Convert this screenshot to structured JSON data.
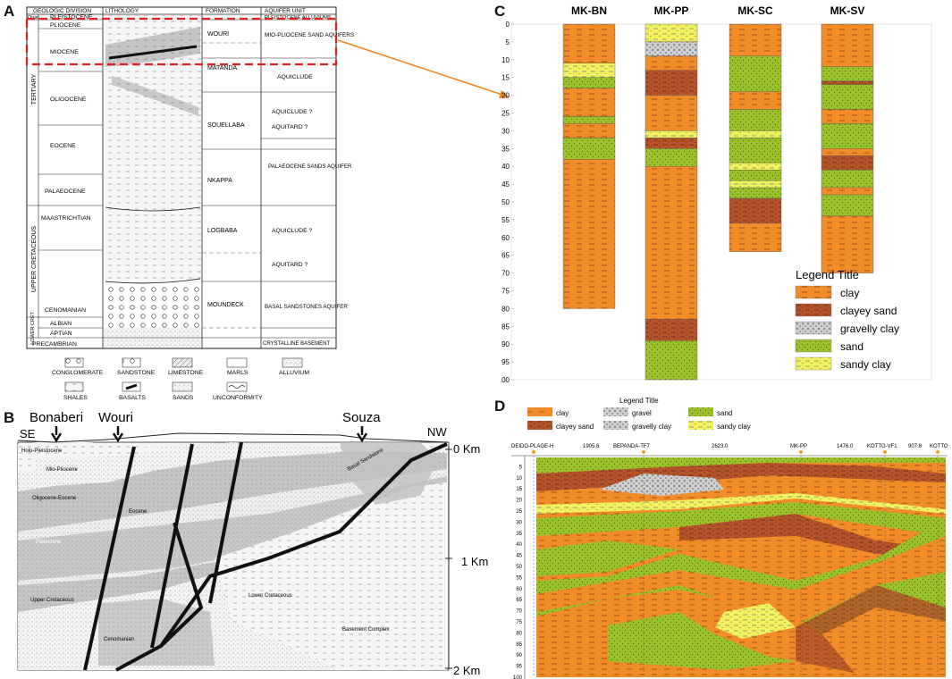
{
  "panels": {
    "a": "A",
    "b": "B",
    "c": "C",
    "d": "D"
  },
  "panel_a": {
    "headers": [
      "GEOLOGIC DIVISION",
      "LITHOLOGY",
      "FORMATION",
      "AQUIFER UNIT"
    ],
    "quat": "Quat.",
    "tertiary": "TERTIARY",
    "upper_cretaceous": "UPPER CRETACEOUS",
    "lower_cret": "LOWER CRET.",
    "epochs": [
      "PLEISTOCENE",
      "PLIOCENE",
      "MIOCENE",
      "OLIGOCENE",
      "EOCENE",
      "PALAEOCENE",
      "MAASTRICHTIAN",
      "CENOMANIAN",
      "ALBIAN",
      "APTIAN",
      "PRECAMBRIAN"
    ],
    "formations": [
      "WOURI",
      "MATANDA",
      "SOUELLABA",
      "NKAPPA",
      "LOGBABA",
      "MOUNDECK"
    ],
    "aquifers": [
      "PLEISTOCENE ALLUVIUMS",
      "MIO-PLIOCENE SAND AQUIFERS",
      "AQUICLUDE",
      "AQUICLUDE ?",
      "AQUITARD ?",
      "PALAEOCENE SANDS AQUIFER",
      "AQUICLUDE ?",
      "AQUITARD ?",
      "BASAL SANDSTONES AQUIFER",
      "CRYSTALLINE BASEMENT"
    ],
    "legend": [
      "CONGLOMERATE",
      "SANDSTONE",
      "LIMESTONE",
      "MARLS",
      "ALLUVIUM",
      "SHALES",
      "BASALTS",
      "SANDS",
      "UNCONFORMITY"
    ]
  },
  "panel_b": {
    "locations": [
      "Bonaberi",
      "Wouri",
      "Souza"
    ],
    "se": "SE",
    "nw": "NW",
    "depths": [
      "0 Km",
      "1 Km",
      "2 Km"
    ],
    "units": [
      "Holo-Pleistocene",
      "Mio-Pliocene",
      "Oligocene-Eocene",
      "Eocene",
      "Paleocene",
      "Upper Cretaceous",
      "Cenomanian",
      "Lower Cretaceous",
      "Basement Complex",
      "Basal Sandstone"
    ]
  },
  "panel_c": {
    "wells": [
      "MK-BN",
      "MK-PP",
      "MK-SC",
      "MK-SV"
    ],
    "depth_ticks": [
      "0",
      "5",
      "10",
      "15",
      "20",
      "25",
      "30",
      "35",
      "40",
      "45",
      "50",
      "55",
      "60",
      "65",
      "70",
      "75",
      "80",
      "85",
      "90",
      "95",
      "100"
    ],
    "legend_title": "Legend Title",
    "legend": [
      "clay",
      "clayey sand",
      "gravelly clay",
      "sand",
      "sandy clay"
    ],
    "logs": [
      [
        [
          "clay",
          0,
          11
        ],
        [
          "sandy clay",
          11,
          15
        ],
        [
          "sand",
          15,
          18
        ],
        [
          "clay",
          18,
          26
        ],
        [
          "sand",
          26,
          28
        ],
        [
          "clay",
          28,
          32
        ],
        [
          "sand",
          32,
          38
        ],
        [
          "clay",
          38,
          80
        ]
      ],
      [
        [
          "sandy clay",
          0,
          5
        ],
        [
          "gravelly clay",
          5,
          9
        ],
        [
          "clay",
          9,
          13
        ],
        [
          "clayey sand",
          13,
          20
        ],
        [
          "clay",
          20,
          30
        ],
        [
          "sandy clay",
          30,
          32
        ],
        [
          "clayey sand",
          32,
          35
        ],
        [
          "sand",
          35,
          40
        ],
        [
          "clay",
          40,
          83
        ],
        [
          "clayey sand",
          83,
          89
        ],
        [
          "sand",
          89,
          100
        ]
      ],
      [
        [
          "clay",
          0,
          9
        ],
        [
          "sand",
          9,
          19
        ],
        [
          "clay",
          19,
          24
        ],
        [
          "sand",
          24,
          30
        ],
        [
          "sandy clay",
          30,
          32
        ],
        [
          "sand",
          32,
          39
        ],
        [
          "sandy clay",
          39,
          41
        ],
        [
          "sand",
          41,
          44
        ],
        [
          "sandy clay",
          44,
          46
        ],
        [
          "sand",
          46,
          49
        ],
        [
          "clayey sand",
          49,
          56
        ],
        [
          "clay",
          56,
          64
        ]
      ],
      [
        [
          "clay",
          0,
          12
        ],
        [
          "sand",
          12,
          16
        ],
        [
          "clayey sand",
          16,
          17
        ],
        [
          "sand",
          17,
          24
        ],
        [
          "clay",
          24,
          28
        ],
        [
          "sand",
          28,
          35
        ],
        [
          "clay",
          35,
          37
        ],
        [
          "clayey sand",
          37,
          41
        ],
        [
          "sand",
          41,
          46
        ],
        [
          "clay",
          46,
          48
        ],
        [
          "sand",
          48,
          54
        ],
        [
          "clay",
          54,
          70
        ]
      ]
    ]
  },
  "panel_d": {
    "legend_title": "Legend Title",
    "legend": [
      "clay",
      "clayey sand",
      "gravel",
      "gravelly clay",
      "sand",
      "sandy clay"
    ],
    "wells": [
      "DEIDO-PLAGE-H",
      "BEPANDA-TF7",
      "MK-PP",
      "KOTTO-VF1",
      "KOTTO"
    ],
    "distances": [
      "1905.6",
      "2623.0",
      "1476.0",
      "907.8"
    ],
    "depth_ticks": [
      "5",
      "10",
      "15",
      "20",
      "25",
      "30",
      "35",
      "40",
      "45",
      "50",
      "55",
      "60",
      "65",
      "70",
      "75",
      "80",
      "85",
      "90",
      "95",
      "100"
    ]
  },
  "colors": {
    "clay": "#F28C28",
    "clayey_sand": "#B5532A",
    "gravelly_clay": "#C8C8C8",
    "sand": "#9BC22B",
    "sandy_clay": "#F2F25E",
    "gravel": "#BFC4CC",
    "arrow": "#F0861F",
    "highlight": "#E32020"
  }
}
